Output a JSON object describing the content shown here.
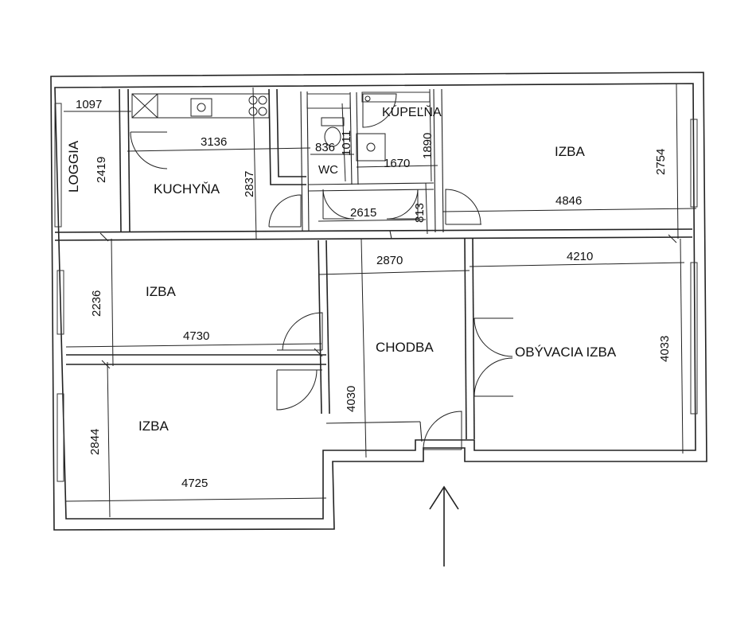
{
  "rooms": {
    "loggia": "LOGGIA",
    "kitchen": "KUCHYŇA",
    "bathroom": "KÚPEĽŇA",
    "wc": "WC",
    "bedroom_ne": "IZBA",
    "bedroom_w1": "IZBA",
    "bedroom_w2": "IZBA",
    "hall": "CHODBA",
    "living": "OBÝVACIA IZBA"
  },
  "dimensions": {
    "loggia_w": "1097",
    "loggia_h": "2419",
    "kitchen_w": "3136",
    "kitchen_h": "2837",
    "wc_w": "836",
    "wc_h": "1011",
    "bath_w": "1670",
    "bath_h": "1890",
    "corridor_w": "2615",
    "corridor_h": "813",
    "izba_ne_w": "4846",
    "izba_ne_h": "2754",
    "izba_w1_h": "2236",
    "izba_w1_w": "4730",
    "hall_w": "2870",
    "hall_h": "4030",
    "living_w": "4210",
    "living_h": "4033",
    "izba_w2_h": "2844",
    "izba_w2_w": "4725"
  },
  "entrance": "entrance-arrow"
}
